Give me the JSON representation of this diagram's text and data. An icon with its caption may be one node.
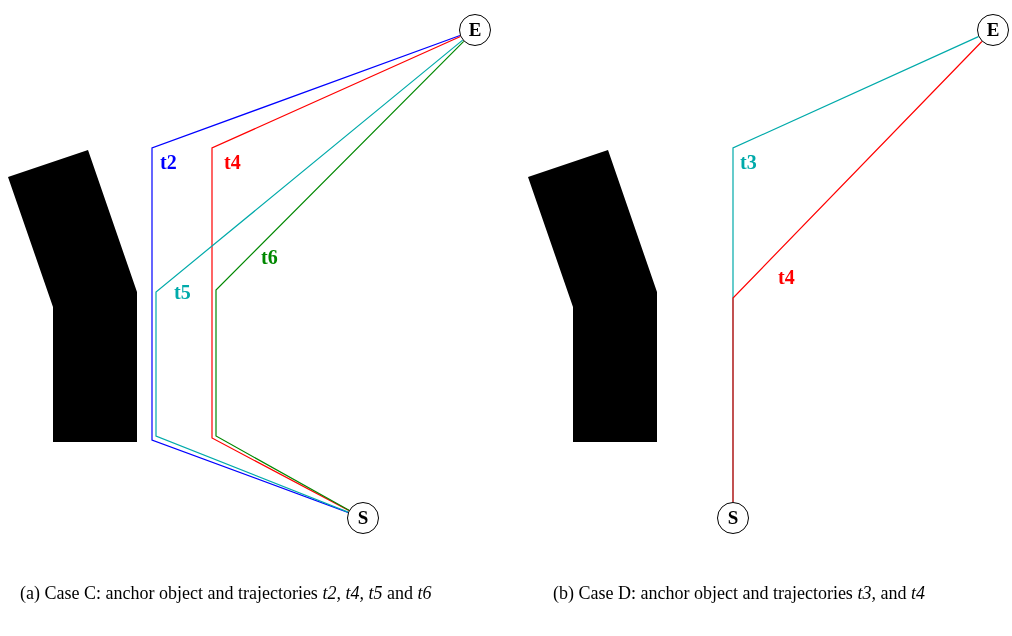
{
  "diagram": {
    "nodes": [
      {
        "text": [
          "E"
        ]
      },
      {
        "text": [
          "S"
        ]
      },
      {
        "text": [
          "E"
        ]
      },
      {
        "text": [
          "S"
        ]
      }
    ],
    "edges": [
      {
        "from": 1,
        "to": 0,
        "arrow": "none",
        "label": "t2",
        "color": "#0000ff"
      },
      {
        "from": 1,
        "to": 0,
        "arrow": "none",
        "label": "t4",
        "color": "#ff0000"
      },
      {
        "from": 1,
        "to": 0,
        "arrow": "none",
        "label": "t5",
        "color": "#00aaaa"
      },
      {
        "from": 1,
        "to": 0,
        "arrow": "none",
        "label": "t6",
        "color": "#008800"
      },
      {
        "from": 3,
        "to": 2,
        "arrow": "none",
        "label": "t3",
        "color": "#00aaaa"
      },
      {
        "from": 3,
        "to": 2,
        "arrow": "none",
        "label": "t4",
        "color": "#ff0000"
      }
    ],
    "labels": [
      "(a) Case C: anchor object and trajectories *t2, t4, t5* and *t6*",
      "(b) Case D: anchor object and trajectories *t3,* and *t4*"
    ]
  }
}
